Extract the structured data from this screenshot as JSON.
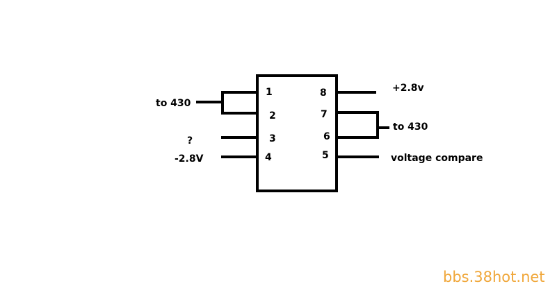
{
  "colors": {
    "background": "#ffffff",
    "ink": "#000000",
    "watermark": "#f0a73a"
  },
  "pins": {
    "p1": "1",
    "p2": "2",
    "p3": "3",
    "p4": "4",
    "p5": "5",
    "p6": "6",
    "p7": "7",
    "p8": "8"
  },
  "labels": {
    "left_top": "to 430",
    "left_pin3": "?",
    "left_pin4": "-2.8V",
    "right_pin8": "+2.8v",
    "right_pin67": "to 430",
    "right_pin5": "voltage compare"
  },
  "watermark": "bbs.38hot.net"
}
